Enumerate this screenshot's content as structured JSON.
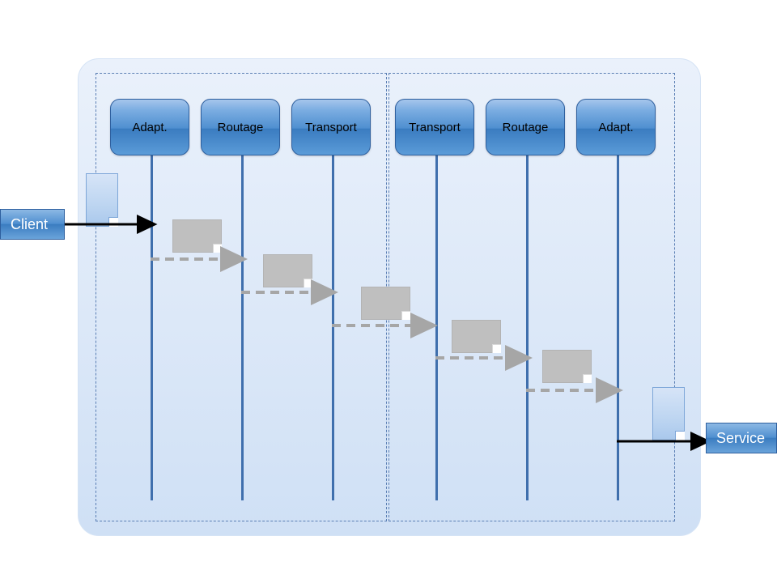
{
  "diagram": {
    "title": "Client-Service layered message flow sequence diagram",
    "colors": {
      "panel_bg": "#dce8f8",
      "dashed_border": "#5b7fb4",
      "lifeline": "#3f6fad",
      "header_blue": "#4f8fd0",
      "message_gray": "#bfbfbf",
      "arrow_gray": "#a6a6a6",
      "arrow_black": "#000000",
      "doc_blue": "#bdd5f1"
    },
    "endpoints": [
      {
        "id": "client",
        "label": "Client"
      },
      {
        "id": "service",
        "label": "Service"
      }
    ],
    "groups": [
      {
        "id": "left-stack",
        "columns": [
          {
            "id": "left-adapt",
            "label": "Adapt."
          },
          {
            "id": "left-routage",
            "label": "Routage"
          },
          {
            "id": "left-transport",
            "label": "Transport"
          }
        ]
      },
      {
        "id": "right-stack",
        "columns": [
          {
            "id": "right-transport",
            "label": "Transport"
          },
          {
            "id": "right-routage",
            "label": "Routage"
          },
          {
            "id": "right-adapt",
            "label": "Adapt."
          }
        ]
      }
    ],
    "messages": [
      {
        "id": "m1",
        "from": "left-adapt",
        "to": "left-routage",
        "style": "dashed",
        "label": ""
      },
      {
        "id": "m2",
        "from": "left-routage",
        "to": "left-transport",
        "style": "dashed",
        "label": ""
      },
      {
        "id": "m3",
        "from": "left-transport",
        "to": "right-transport",
        "style": "dashed",
        "label": ""
      },
      {
        "id": "m4",
        "from": "right-transport",
        "to": "right-routage",
        "style": "dashed",
        "label": ""
      },
      {
        "id": "m5",
        "from": "right-routage",
        "to": "right-adapt",
        "style": "dashed",
        "label": ""
      },
      {
        "id": "in",
        "from": "client",
        "to": "left-adapt",
        "style": "solid",
        "label": ""
      },
      {
        "id": "out",
        "from": "right-adapt",
        "to": "service",
        "style": "solid",
        "label": ""
      }
    ]
  }
}
